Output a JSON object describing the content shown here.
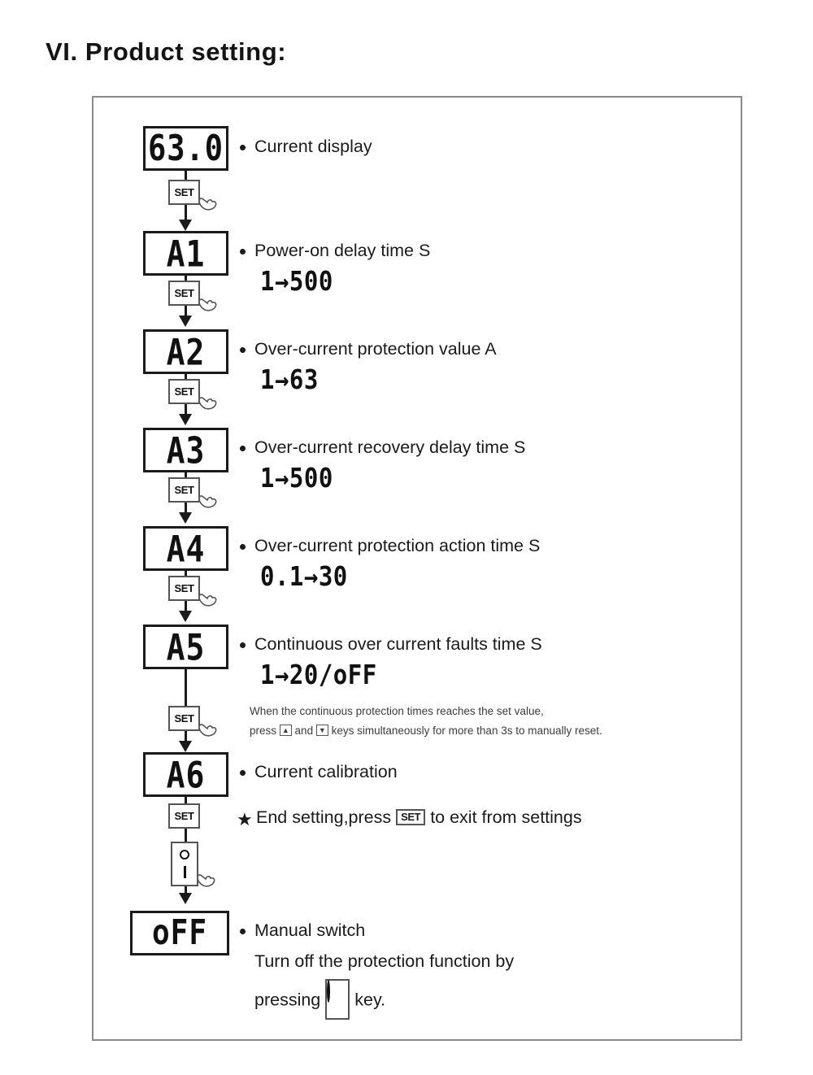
{
  "page": {
    "title": "VI. Product setting:"
  },
  "icons": {
    "set_key": "SET",
    "power_key": "power-o-i-key",
    "hand": "pointing-hand-cursor",
    "up_key": "▲",
    "down_key": "▼",
    "bullet": "•",
    "star": "★",
    "arrow": "→"
  },
  "colors": {
    "ink": "#1a1a1a",
    "panel_border": "#8a8a8a",
    "key_border": "#555555",
    "background": "#ffffff"
  },
  "steps": [
    {
      "display": "63.0",
      "label": "Current display",
      "range": "",
      "key": "SET"
    },
    {
      "display": "A1",
      "label": "Power-on delay time S",
      "range": "1→500",
      "key": "SET"
    },
    {
      "display": "A2",
      "label": "Over-current protection value A",
      "range": "1→63",
      "key": "SET"
    },
    {
      "display": "A3",
      "label": "Over-current recovery delay time S",
      "range": "1→500",
      "key": "SET"
    },
    {
      "display": "A4",
      "label": "Over-current protection action time S",
      "range": "0.1→30",
      "key": "SET"
    },
    {
      "display": "A5",
      "label": "Continuous over current faults time S",
      "range": "1→20/oFF",
      "key": "SET"
    },
    {
      "display": "A6",
      "label": "Current calibration",
      "range": "",
      "key": "SET"
    },
    {
      "display": "oFF",
      "label": "Manual switch",
      "range": "",
      "key": "power-o-i-key"
    }
  ],
  "note": {
    "line1": "When the continuous protection times reaches the set value,",
    "line2_a": "press",
    "line2_key1": "▲",
    "line2_b": "and",
    "line2_key2": "▼",
    "line2_c": "keys simultaneously for more than 3s to manually reset."
  },
  "end_setting": {
    "star": "★",
    "text_a": "End setting,press",
    "key": "SET",
    "text_b": "to exit from settings"
  },
  "manual_switch": {
    "line1": "Turn off the protection function by",
    "line2_a": "pressing",
    "line2_key": "power-o-i-key",
    "line2_b": "key."
  }
}
